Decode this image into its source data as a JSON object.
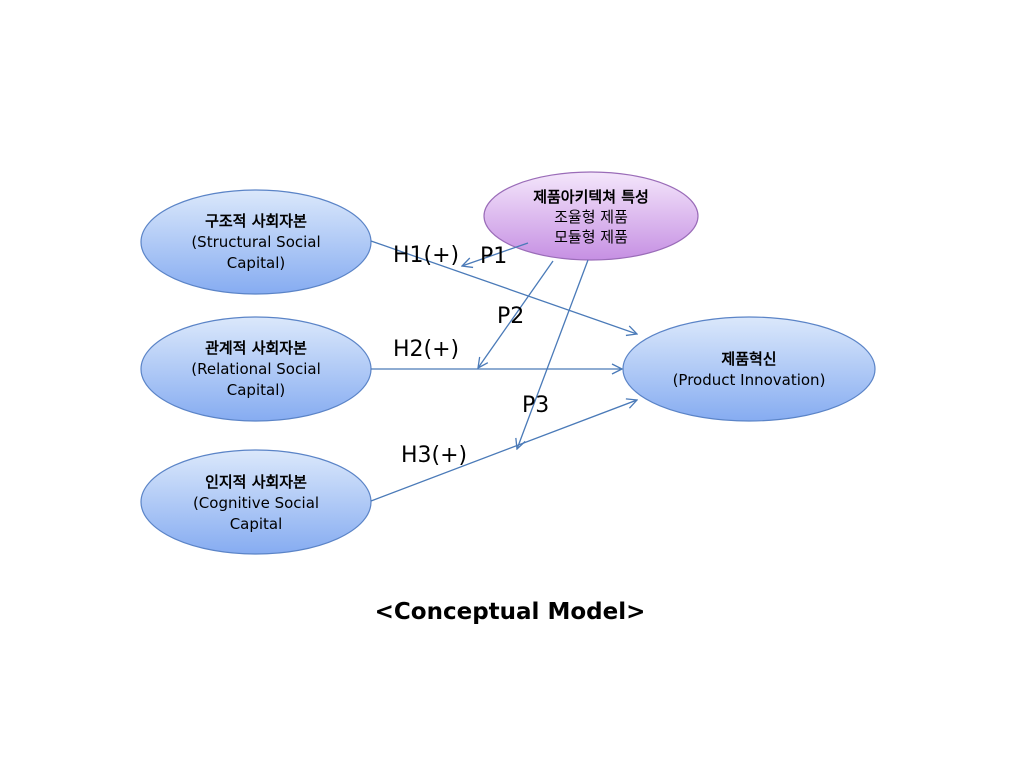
{
  "colors": {
    "blue_fill_top": "#dbe8fb",
    "blue_fill_bottom": "#86acf1",
    "blue_stroke": "#5b84c7",
    "purple_fill_top": "#f4e6fb",
    "purple_fill_bottom": "#c690e3",
    "purple_stroke": "#9a6cb8",
    "arrow": "#4a7ab8",
    "background": "#ffffff"
  },
  "nodes": {
    "structural": {
      "title": "구조적 사회자본",
      "line2": "(Structural Social",
      "line3": "Capital)"
    },
    "relational": {
      "title": "관계적 사회자본",
      "line2": "(Relational Social",
      "line3": "Capital)"
    },
    "cognitive": {
      "title": "인지적 사회자본",
      "line2": "(Cognitive Social",
      "line3": "Capital"
    },
    "architecture": {
      "title": "제품아키텍쳐 특성",
      "line2": "조율형 제품",
      "line3": "모듈형 제품"
    },
    "innovation": {
      "title": "제품혁신",
      "line2": "(Product Innovation)"
    }
  },
  "edge_labels": {
    "h1": "H1(+)",
    "h2": "H2(+)",
    "h3": "H3(+)",
    "p1": "P1",
    "p2": "P2",
    "p3": "P3"
  },
  "caption": "<Conceptual Model>"
}
